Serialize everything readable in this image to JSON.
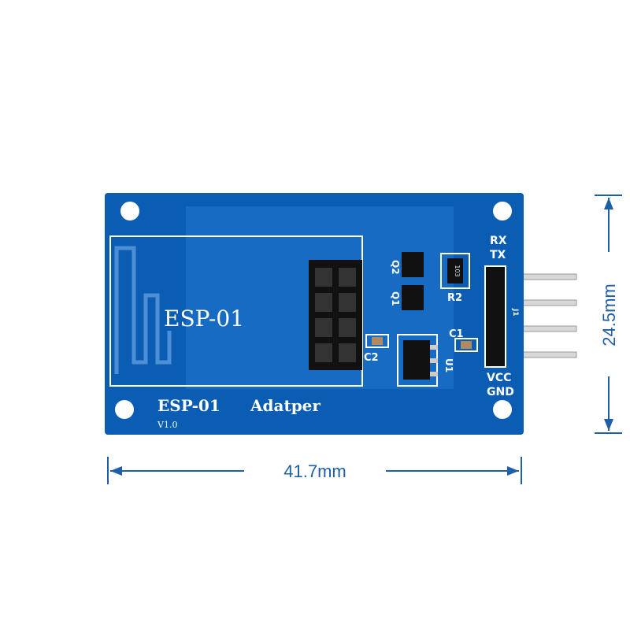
{
  "board": {
    "title": "ESP-01",
    "name_line": "ESP-01",
    "adapter_label": "Adatper",
    "version": "V1.0",
    "pins": [
      "RX",
      "TX",
      "VCC",
      "GND"
    ],
    "components": {
      "q1": "Q1",
      "q2": "Q2",
      "r2": "R2",
      "c1": "C1",
      "c2": "C2",
      "u1": "U1",
      "j1": "J1",
      "resistor_code": "103"
    },
    "color": "#0a5db3"
  },
  "dimensions": {
    "width": "41.7mm",
    "height": "24.5mm",
    "color": "#1f5fa8"
  }
}
